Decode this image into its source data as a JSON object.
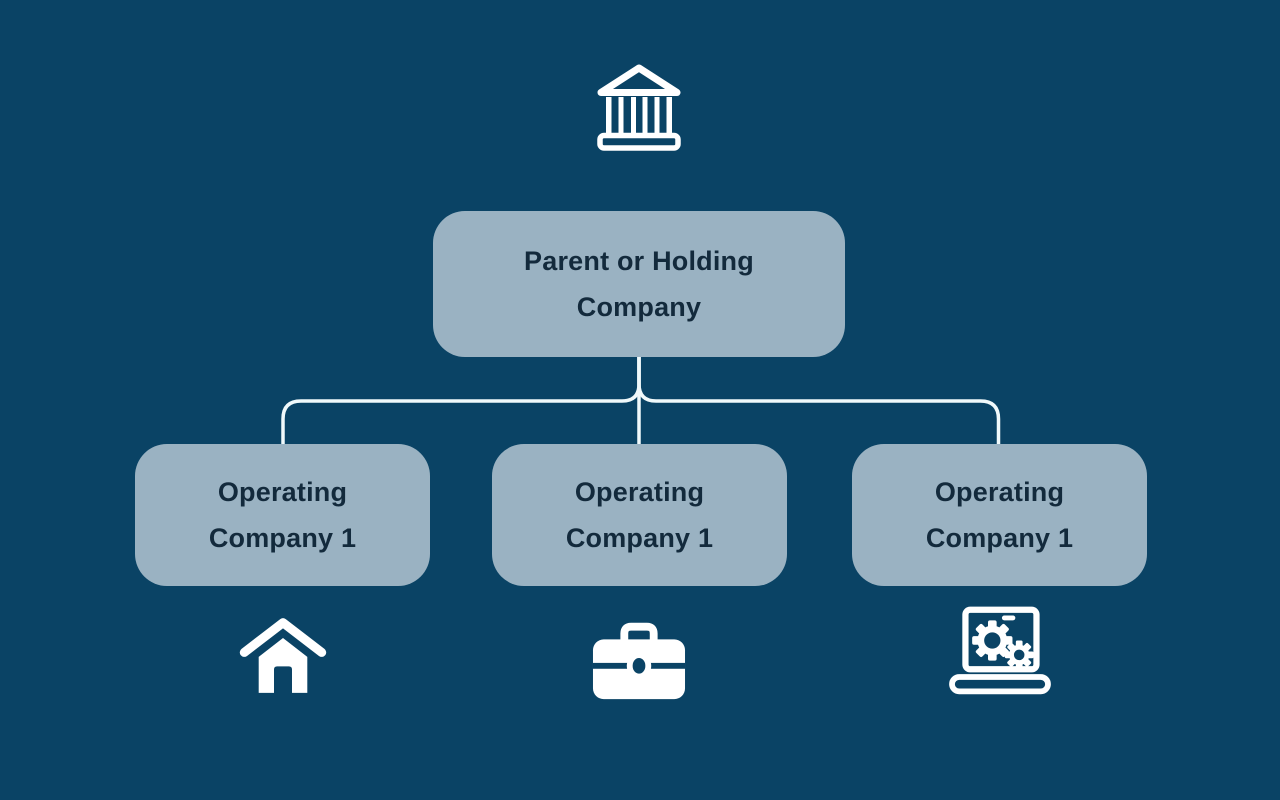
{
  "colors": {
    "background": "#0a4365",
    "node_fill": "#9ab2c2",
    "node_text": "#132a3c",
    "connector": "#f0f9fb",
    "icon": "#ffffff"
  },
  "nodes": {
    "root": {
      "label": "Parent or Holding Company",
      "icon": "bank-icon"
    },
    "children": [
      {
        "label": "Operating Company 1",
        "icon": "house-icon"
      },
      {
        "label": "Operating Company 1",
        "icon": "briefcase-icon"
      },
      {
        "label": "Operating Company 1",
        "icon": "laptop-gears-icon"
      }
    ]
  }
}
